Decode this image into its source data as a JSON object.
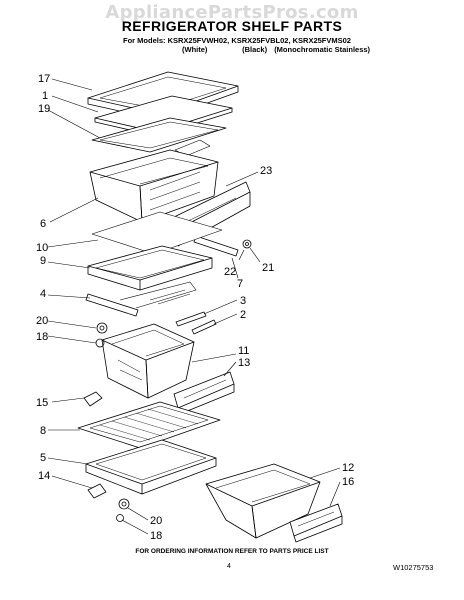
{
  "watermark": "AppliancePartsPros.com",
  "title": "REFRIGERATOR SHELF PARTS",
  "models_line": "For Models: KSRX25FVWH02, KSRX25FVBL02, KSRX25FVMS02",
  "colors": [
    "(White)",
    "(Black)",
    "(Monochromatic Stainless)"
  ],
  "callouts": [
    "17",
    "1",
    "19",
    "23",
    "6",
    "10",
    "9",
    "22",
    "21",
    "7",
    "4",
    "3",
    "20",
    "2",
    "18",
    "11",
    "13",
    "15",
    "8",
    "5",
    "12",
    "14",
    "16",
    "20",
    "18"
  ],
  "footer_note": "FOR ORDERING INFORMATION REFER TO PARTS PRICE LIST",
  "page_number": "4",
  "document_number": "W10275753"
}
